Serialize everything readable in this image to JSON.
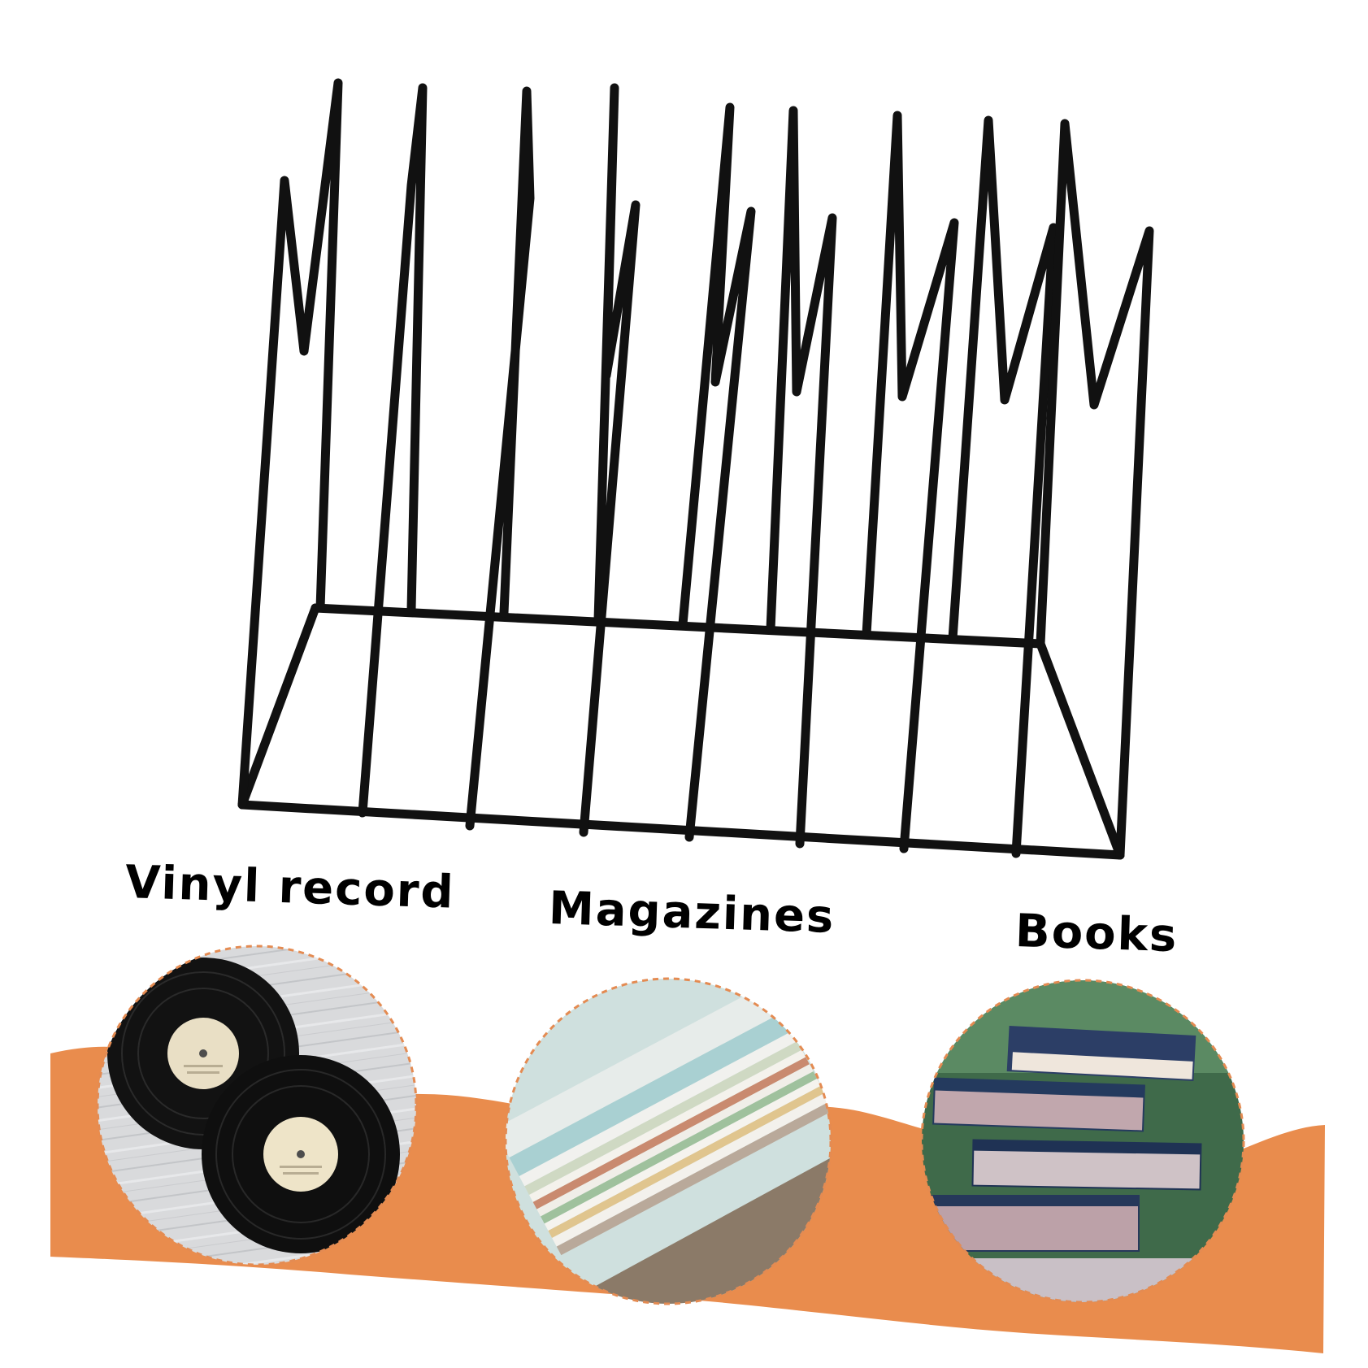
{
  "labels": {
    "vinyl": "Vinyl record",
    "magazines": "Magazines",
    "books": "Books"
  },
  "colors": {
    "background": "#ffffff",
    "accent_band": "#e98c4d",
    "dashed_border": "#e48b52",
    "rack_wire": "#111111",
    "caption_text": "#000000"
  },
  "icons": {
    "rack": "wire-record-rack",
    "vinyl_photo": "vinyl-records-photo",
    "magazines_photo": "magazines-stack-photo",
    "books_photo": "books-stack-photo"
  }
}
